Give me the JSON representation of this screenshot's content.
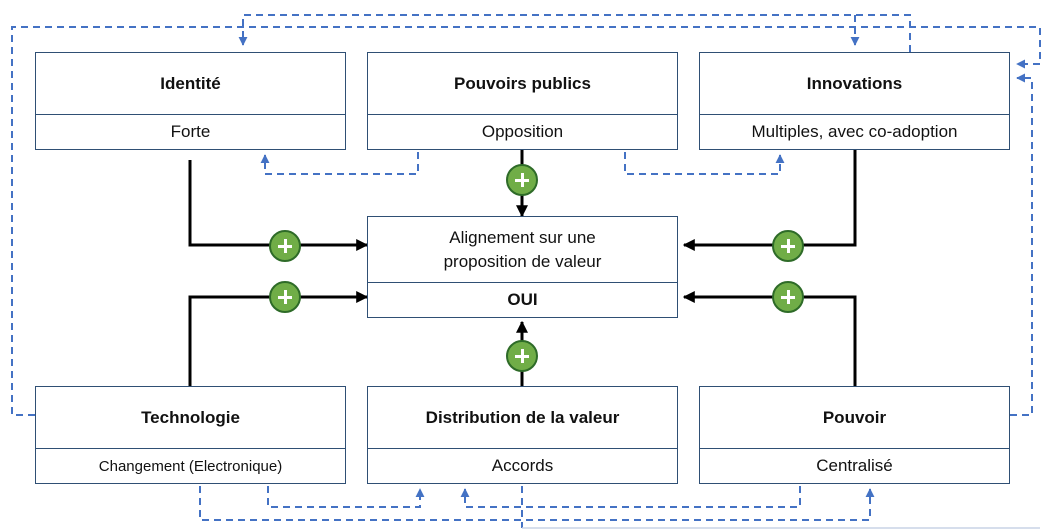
{
  "boxes": {
    "identite": {
      "title": "Identité",
      "value": "Forte"
    },
    "pouvoirs_publics": {
      "title": "Pouvoirs publics",
      "value": "Opposition"
    },
    "innovations": {
      "title": "Innovations",
      "value": "Multiples, avec co-adoption"
    },
    "technologie": {
      "title": "Technologie",
      "value": "Changement (Electronique)"
    },
    "distribution": {
      "title": "Distribution de la valeur",
      "value": "Accords"
    },
    "pouvoir": {
      "title": "Pouvoir",
      "value": "Centralisé"
    },
    "alignement": {
      "title_line1": "Alignement sur une",
      "title_line2": "proposition de valeur",
      "value": "OUI"
    }
  },
  "influence_sign": "+",
  "colors": {
    "box_border": "#2f4f74",
    "solid_arrow": "#000000",
    "dashed_arrow": "#4472c4",
    "plus_fill": "#70ad47"
  },
  "icons": [
    "plus-icon"
  ]
}
